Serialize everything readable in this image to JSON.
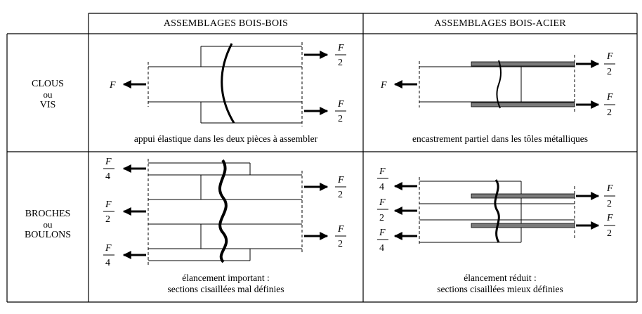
{
  "headers": {
    "col1": "ASSEMBLAGES BOIS-BOIS",
    "col2": "ASSEMBLAGES BOIS-ACIER"
  },
  "rows": [
    {
      "label_line1": "CLOUS",
      "label_line2": "ou",
      "label_line3": "VIS",
      "caption_bois_bois": "appui élastique dans les deux pièces à assembler",
      "caption_bois_acier": "encastrement partiel dans les tôles métalliques"
    },
    {
      "label_line1": "BROCHES",
      "label_line2": "ou",
      "label_line3": "BOULONS",
      "caption_bois_bois_line1": "élancement important :",
      "caption_bois_bois_line2": "sections cisaillées mal définies",
      "caption_bois_acier_line1": "élancement réduit :",
      "caption_bois_acier_line2": "sections cisaillées mieux définies"
    }
  ],
  "symbols": {
    "force": "F",
    "half": "2",
    "quarter": "4"
  }
}
